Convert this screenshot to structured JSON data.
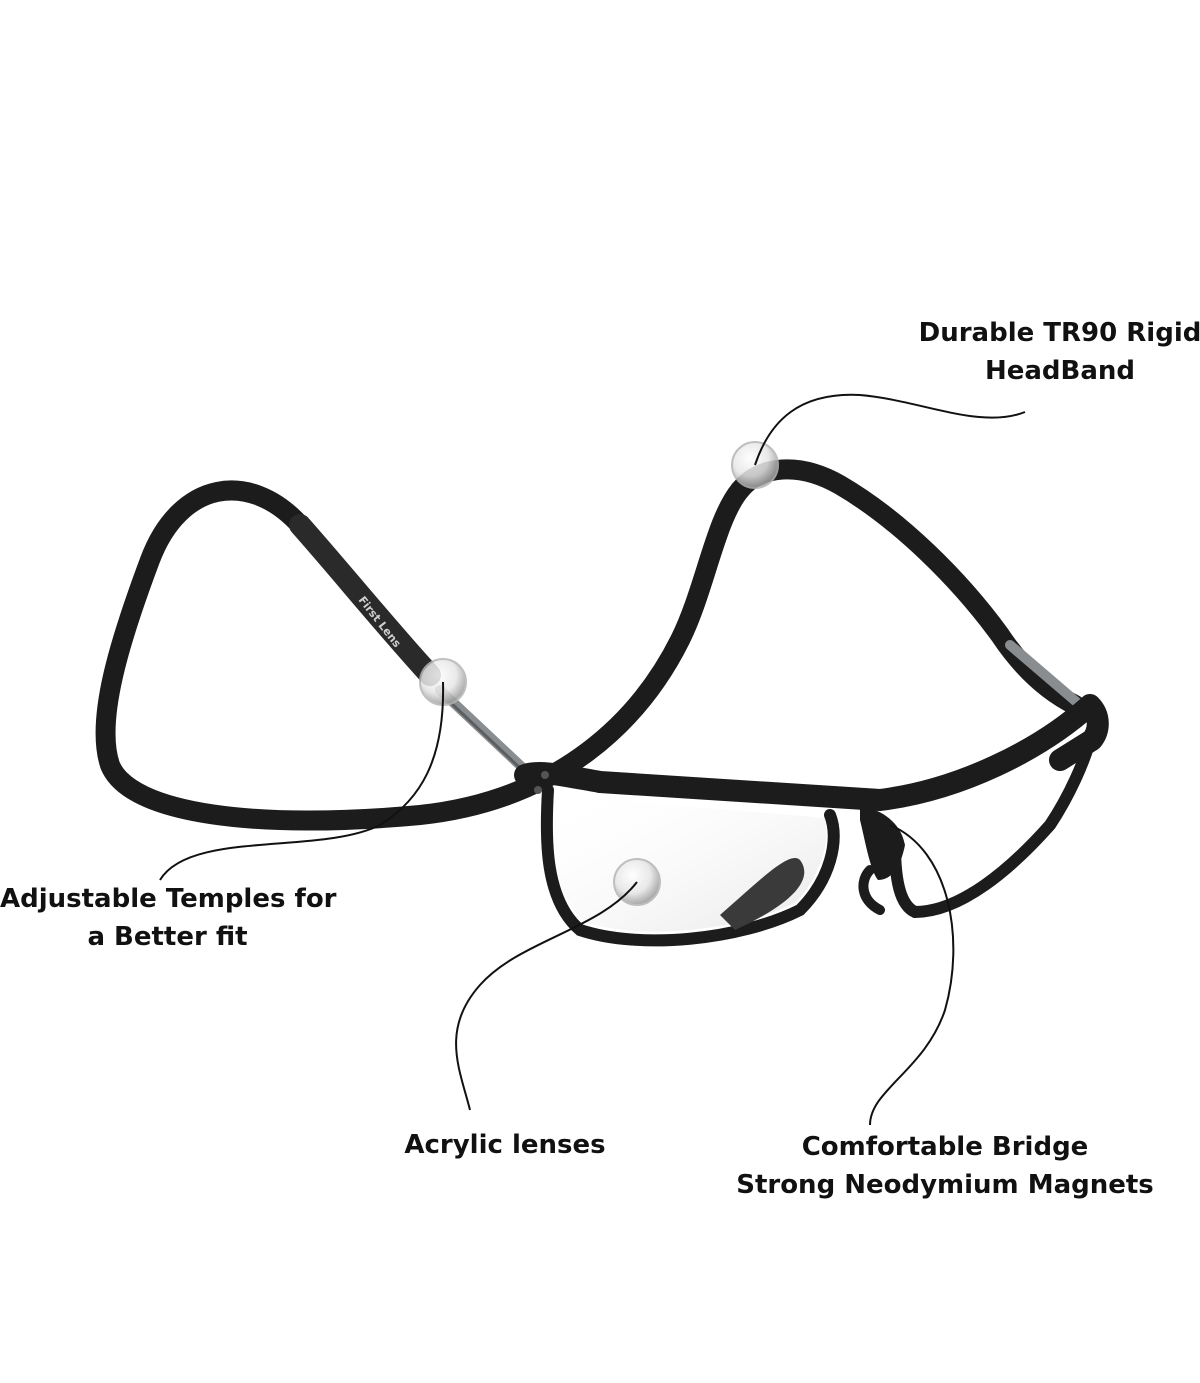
{
  "callouts": {
    "headband": {
      "line1": "Durable TR90 Rigid",
      "line2": "HeadBand"
    },
    "temples": {
      "line1": "Adjustable Temples for",
      "line2": "a Better fit"
    },
    "lenses": {
      "line1": "Acrylic lenses"
    },
    "bridge": {
      "line1": "Comfortable Bridge",
      "line2": "Strong Neodymium Magnets"
    }
  },
  "product": {
    "temple_imprint": "First Lens"
  },
  "colors": {
    "background": "#ffffff",
    "frame": "#1c1c1c",
    "text": "#111111",
    "hinge_metal": "#8a8d90"
  }
}
